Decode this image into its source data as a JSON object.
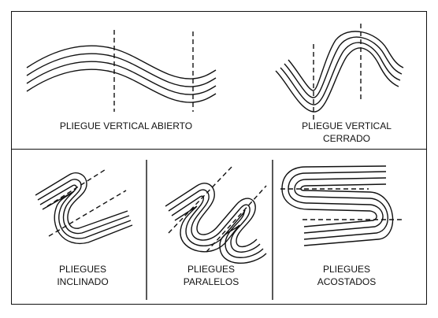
{
  "colors": {
    "ink": "#111111",
    "background": "#ffffff"
  },
  "panels": {
    "vertical_open": {
      "label": "PLIEGUE VERTICAL ABIERTO"
    },
    "vertical_closed": {
      "label_line1": "PLIEGUE VERTICAL",
      "label_line2": "CERRADO"
    },
    "inclined": {
      "label_line1": "PLIEGUES",
      "label_line2": "INCLINADO"
    },
    "parallel": {
      "label_line1": "PLIEGUES",
      "label_line2": "PARALELOS"
    },
    "recumbent": {
      "label_line1": "PLIEGUES",
      "label_line2": "ACOSTADOS"
    }
  }
}
